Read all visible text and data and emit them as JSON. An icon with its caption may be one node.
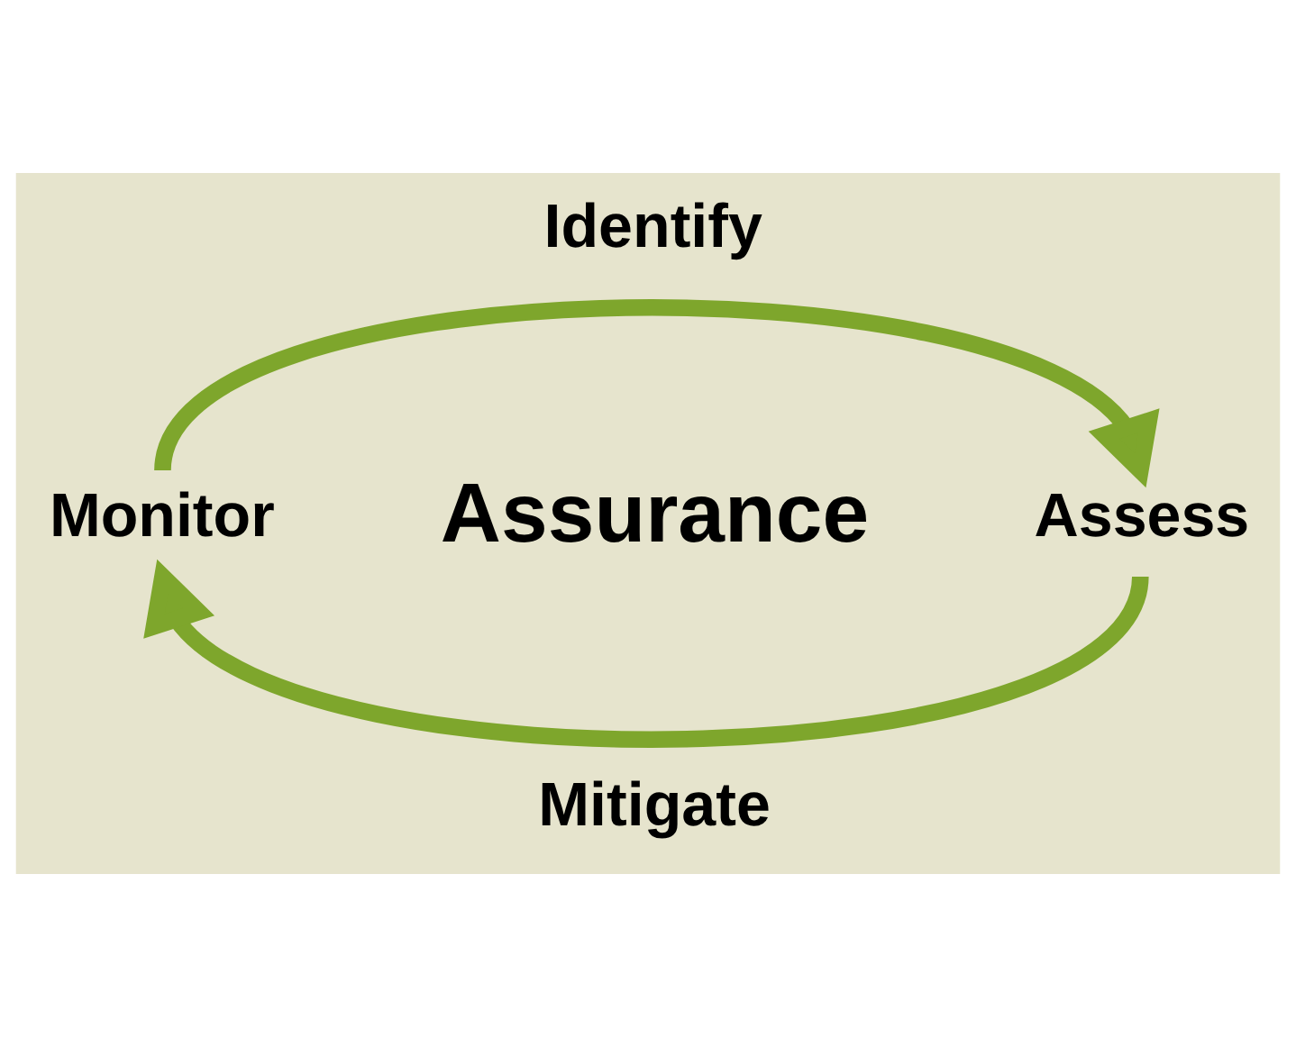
{
  "diagram": {
    "nodes": [
      {
        "text": [
          "Identify"
        ]
      },
      {
        "text": [
          "Monitor"
        ]
      },
      {
        "text": [
          "Assurance"
        ]
      },
      {
        "text": [
          "Assess"
        ]
      },
      {
        "text": [
          "Mitigate"
        ]
      }
    ],
    "edges": [
      {
        "from": 1,
        "to": 3,
        "arrow": "to"
      },
      {
        "from": 3,
        "to": 1,
        "arrow": "to"
      }
    ]
  }
}
